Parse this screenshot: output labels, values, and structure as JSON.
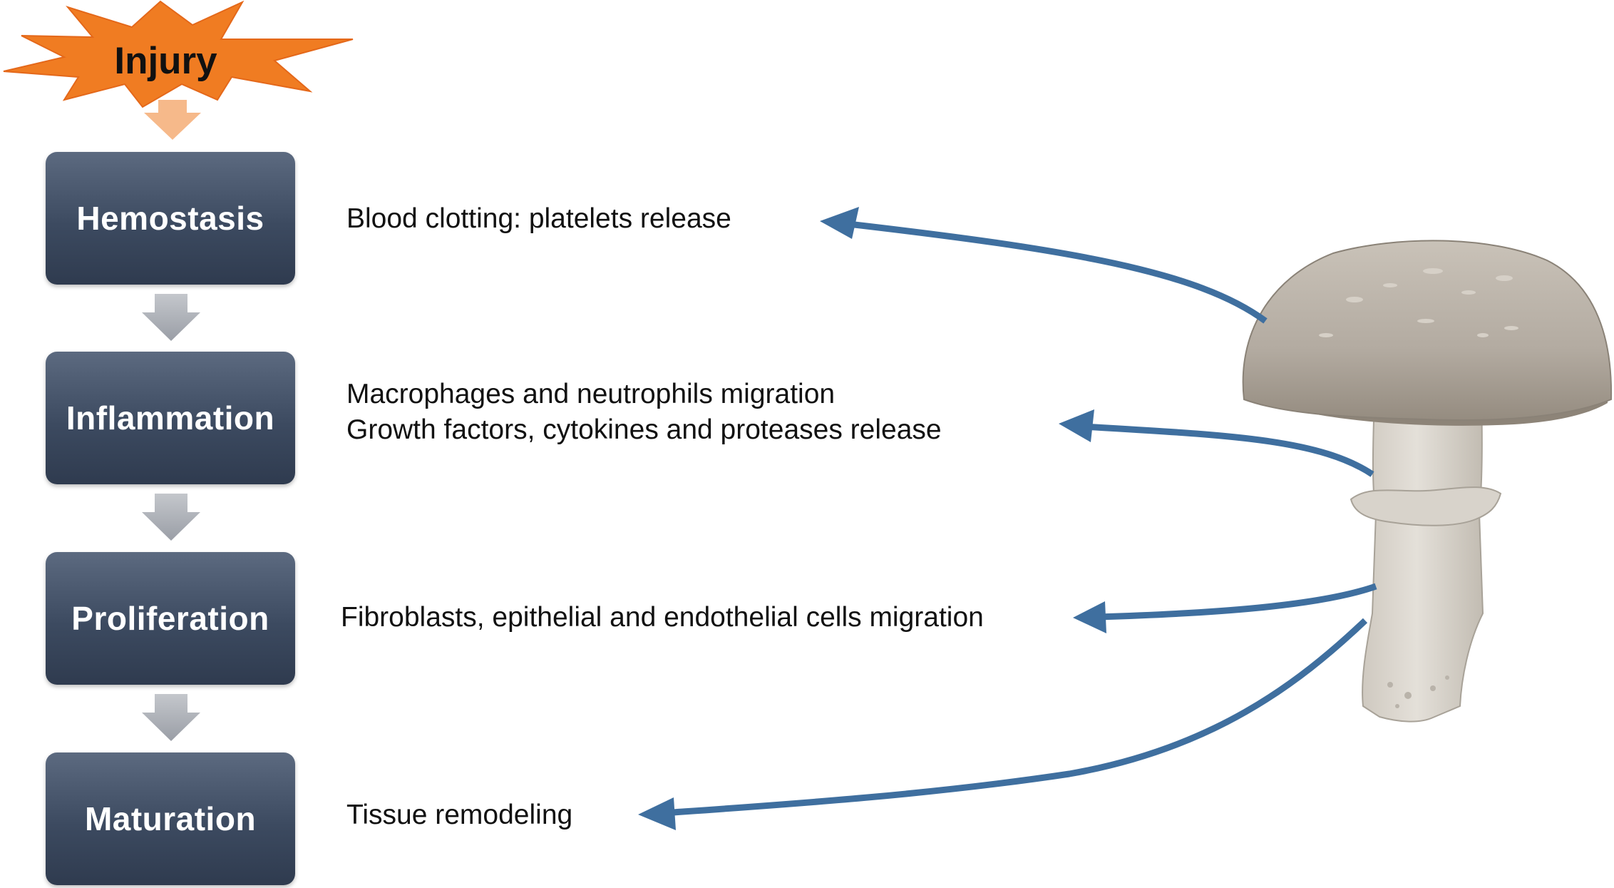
{
  "injury": {
    "label": "Injury"
  },
  "stages": [
    {
      "label": "Hemostasis",
      "description": [
        "Blood clotting: platelets release"
      ]
    },
    {
      "label": "Inflammation",
      "description": [
        "Macrophages and neutrophils migration",
        "Growth factors, cytokines and proteases release"
      ]
    },
    {
      "label": "Proliferation",
      "description": [
        "Fibroblasts, epithelial and endothelial cells migration"
      ]
    },
    {
      "label": "Maturation",
      "description": [
        "Tissue remodeling"
      ]
    }
  ],
  "colors": {
    "stage_box": "#3c4a60",
    "injury_burst": "#f07c22",
    "arrow_blue": "#3f6f9f",
    "flow_arrow": "#a9adb4",
    "mushroom_cap": "#b3aba1",
    "mushroom_stem": "#ddd8d0"
  },
  "icons": [
    "starburst-icon",
    "mushroom-icon"
  ]
}
